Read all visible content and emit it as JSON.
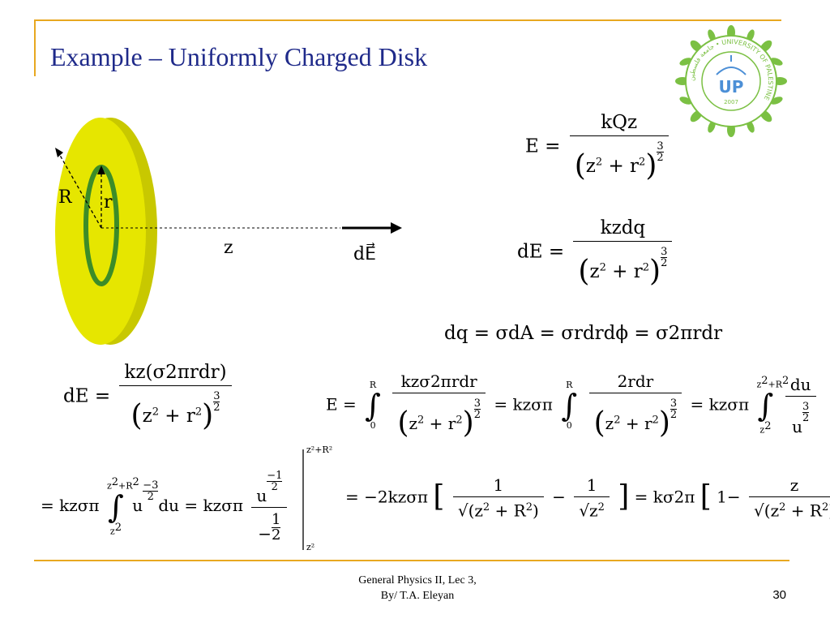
{
  "slide": {
    "title": "Example – Uniformly Charged Disk"
  },
  "diagram": {
    "label_R": "R",
    "label_r": "r",
    "label_z": "z",
    "label_dE": "dE⃗"
  },
  "logo": {
    "ring_text": "جامعة فلسطين • UNIVERSITY OF PALESTINE",
    "center_text": "UP",
    "year": "2007"
  },
  "colors": {
    "title": "#1f2a8a",
    "frame": "#e8a820",
    "disk": "#e6e600",
    "ring": "#3c8c28",
    "logo_wreath": "#7bc043",
    "logo_center": "#4c8fd6"
  },
  "equations": {
    "eq1": {
      "lhs": "E =",
      "num": "kQz"
    },
    "eq2": {
      "lhs": "dE =",
      "num": "kzdq"
    },
    "eq3": {
      "text": "dq = σdA = σrdrdϕ = σ2πrdr"
    },
    "eq4": {
      "lhs": "dE =",
      "num": "kz(σ2πrdr)"
    },
    "eq5": {
      "lhs": "E =",
      "num1": "kzσ2πrdr",
      "mid1": "= kzσπ",
      "num2": "2rdr",
      "mid2": "= kzσπ",
      "num3": "du"
    },
    "eq6": {
      "lhs": "= kzσπ",
      "integrand": "du = kzσπ"
    },
    "eq7": {
      "lhs": "= −2kzσπ",
      "mid": "= kσ2π",
      "one": "1",
      "z": "z"
    }
  },
  "footer": {
    "course_line1": "General Physics II, Lec 3,",
    "course_line2": "By/ T.A. Eleyan",
    "page_number": "30"
  }
}
